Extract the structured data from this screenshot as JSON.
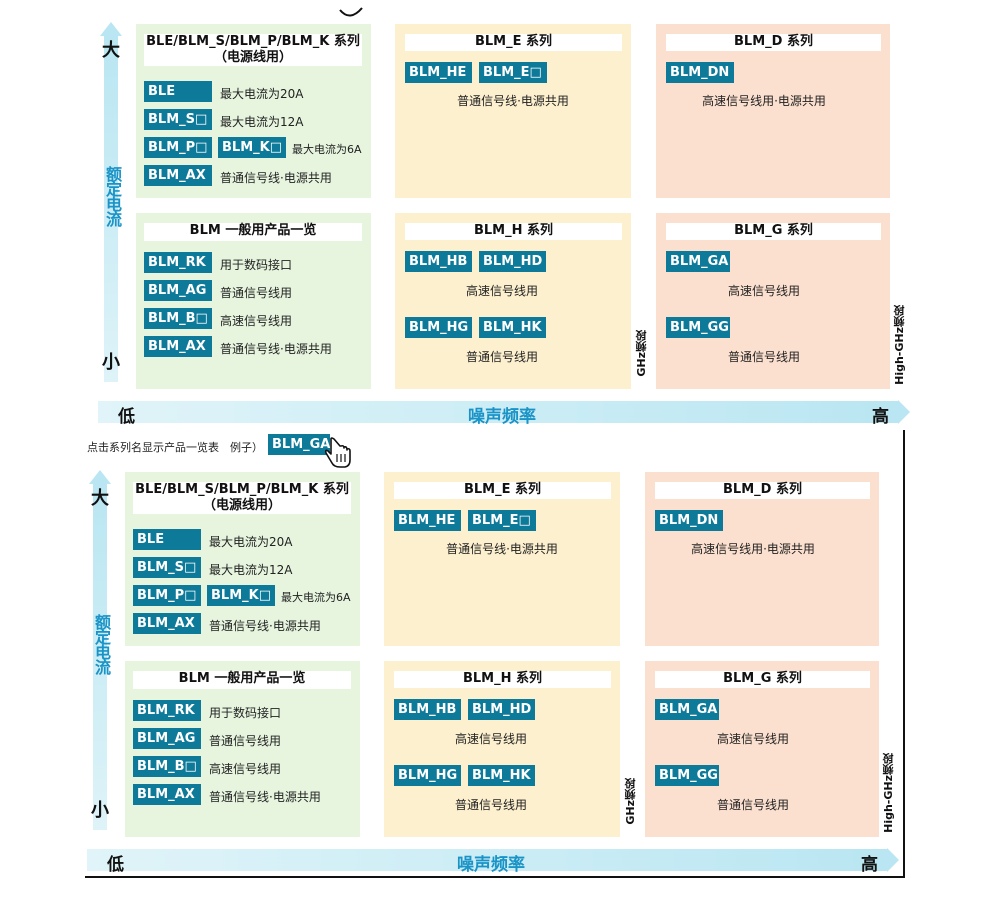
{
  "axes": {
    "y_high": "大",
    "y_low": "小",
    "y_title": "额定电流",
    "x_low": "低",
    "x_title": "噪声频率",
    "x_high": "高",
    "band_ghz": "GHz频段",
    "band_high_ghz": "High-GHz频段"
  },
  "hint": {
    "text": "点击系列名显示产品一览表　例子）",
    "example_chip": "BLM_GA",
    "cursor_icon": "hand-pointer-icon"
  },
  "quadrants": {
    "power": {
      "title": "BLE/BLM_S/BLM_P/BLM_K 系列\n（电源线用）",
      "rows": [
        {
          "chips": [
            "BLE"
          ],
          "desc": "最大电流为20A"
        },
        {
          "chips": [
            "BLM_S□"
          ],
          "desc": "最大电流为12A"
        },
        {
          "chips": [
            "BLM_P□",
            "BLM_K□"
          ],
          "desc": "最大电流为6A"
        },
        {
          "chips": [
            "BLM_AX"
          ],
          "desc": "普通信号线·电源共用"
        }
      ]
    },
    "general": {
      "title": "BLM 一般用产品一览",
      "rows": [
        {
          "chips": [
            "BLM_RK"
          ],
          "desc": "用于数码接口"
        },
        {
          "chips": [
            "BLM_AG"
          ],
          "desc": "普通信号线用"
        },
        {
          "chips": [
            "BLM_B□"
          ],
          "desc": "高速信号线用"
        },
        {
          "chips": [
            "BLM_AX"
          ],
          "desc": "普通信号线·电源共用"
        }
      ]
    },
    "e": {
      "title": "BLM_E 系列",
      "chips": [
        "BLM_HE",
        "BLM_E□"
      ],
      "desc": "普通信号线·电源共用"
    },
    "d": {
      "title": "BLM_D 系列",
      "chips": [
        "BLM_DN"
      ],
      "desc": "高速信号线用·电源共用"
    },
    "h": {
      "title": "BLM_H 系列",
      "chips1": [
        "BLM_HB",
        "BLM_HD"
      ],
      "desc1": "高速信号线用",
      "chips2": [
        "BLM_HG",
        "BLM_HK"
      ],
      "desc2": "普通信号线用"
    },
    "g": {
      "title": "BLM_G 系列",
      "chips1": [
        "BLM_GA"
      ],
      "desc1": "高速信号线用",
      "chips2": [
        "BLM_GG"
      ],
      "desc2": "普通信号线用"
    }
  },
  "colors": {
    "chip": "#0e7a9a",
    "green_quadrant": "#e7f5df",
    "yellow_quadrant": "#fdf0cf",
    "peach_quadrant": "#fce0cf",
    "axis_text": "#1a93c7"
  }
}
